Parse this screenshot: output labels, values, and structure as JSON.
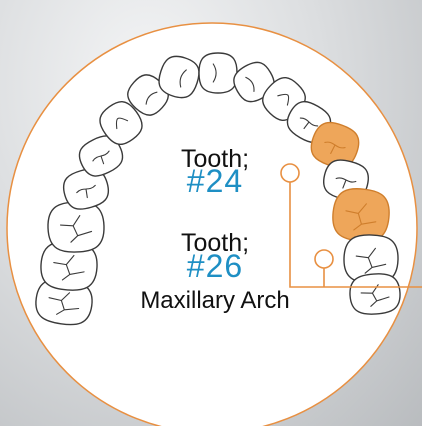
{
  "callouts": [
    {
      "word": "Tooth;",
      "number": "#24"
    },
    {
      "word": "Tooth;",
      "number": "#26"
    }
  ],
  "arch_label": "Maxillary Arch",
  "colors": {
    "accent_number": "#1e8fc4",
    "highlight_tooth": "#eea65a",
    "highlight_tooth_outline": "#cf7e2c",
    "leader_line": "#e89042",
    "circle_border": "#e89042",
    "tooth_outline": "#3a3a3a",
    "tooth_fill": "#ffffff"
  },
  "highlighted_teeth": [
    "#24",
    "#26"
  ]
}
